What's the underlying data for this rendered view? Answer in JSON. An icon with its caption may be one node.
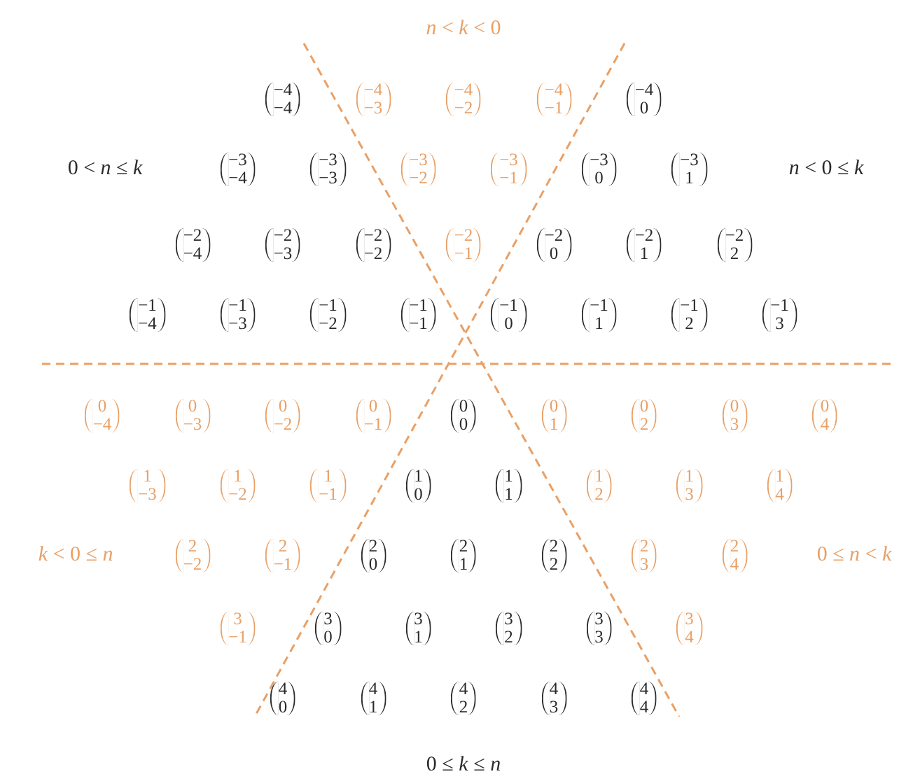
{
  "diagram": {
    "labels": [
      "*n* < *k* < 0",
      "−4 −4",
      "−4 −3",
      "−4 −2",
      "−4 −1",
      "−4 0",
      "0 < *n* ≤ *k*",
      "−3 −4",
      "−3 −3",
      "−3 −2",
      "−3 −1",
      "−3 0",
      "−3 1",
      "*n* < 0 ≤ *k*",
      "−2 −4",
      "−2 −3",
      "−2 −2",
      "−2 −1",
      "−2 0",
      "−2 1",
      "−2 2",
      "−1 −4",
      "−1 −3",
      "−1 −2",
      "−1 −1",
      "−1 0",
      "−1 1",
      "−1 2",
      "−1 3",
      "0 −4",
      "0 −3",
      "0 −2",
      "0 −1",
      "0 0",
      "0 1",
      "0 2",
      "0 3",
      "0 4",
      "1 −3",
      "1 −2",
      "1 −1",
      "1 0",
      "1 1",
      "1 2",
      "1 3",
      "1 4",
      "*k* < 0 ≤ *n*",
      "2 −2",
      "2 −1",
      "2 0",
      "2 1",
      "2 2",
      "2 3",
      "2 4",
      "0 ≤ *n* < *k*",
      "3 −1",
      "3 0",
      "3 1",
      "3 2",
      "3 3",
      "3 4",
      "4 0",
      "4 1",
      "4 2",
      "4 3",
      "4 4",
      "0 ≤ *k* ≤ *n*"
    ]
  }
}
